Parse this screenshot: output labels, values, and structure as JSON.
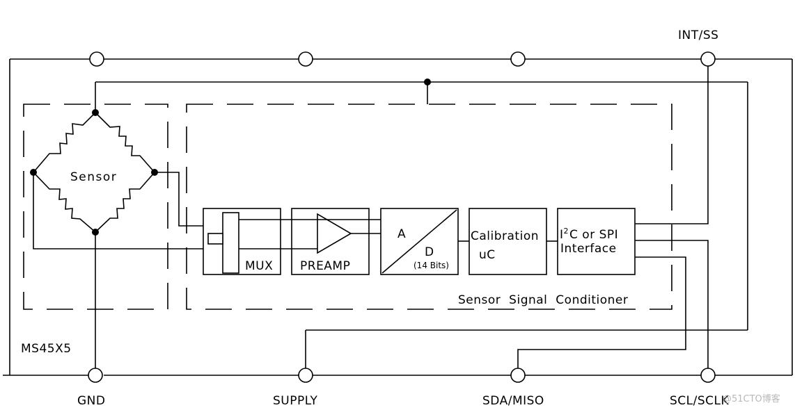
{
  "pins": {
    "gnd": "GND",
    "supply": "SUPPLY",
    "sda": "SDA/MISO",
    "scl": "SCL/SCLK",
    "int": "INT/SS"
  },
  "module": {
    "name": "MS45X5"
  },
  "sensor": {
    "label": "Sensor"
  },
  "conditioner": {
    "label": "Sensor Signal Conditioner",
    "mux": "MUX",
    "preamp": "PREAMP",
    "adc_a": "A",
    "adc_d": "D",
    "adc_bits": "(14 Bits)",
    "calib_line1": "Calibration",
    "calib_line2": "uC",
    "iface_i": "I",
    "iface_sup": "2",
    "iface_rest": "C or SPI",
    "iface_line2": "Interface"
  },
  "watermark": "@51CTO博客"
}
